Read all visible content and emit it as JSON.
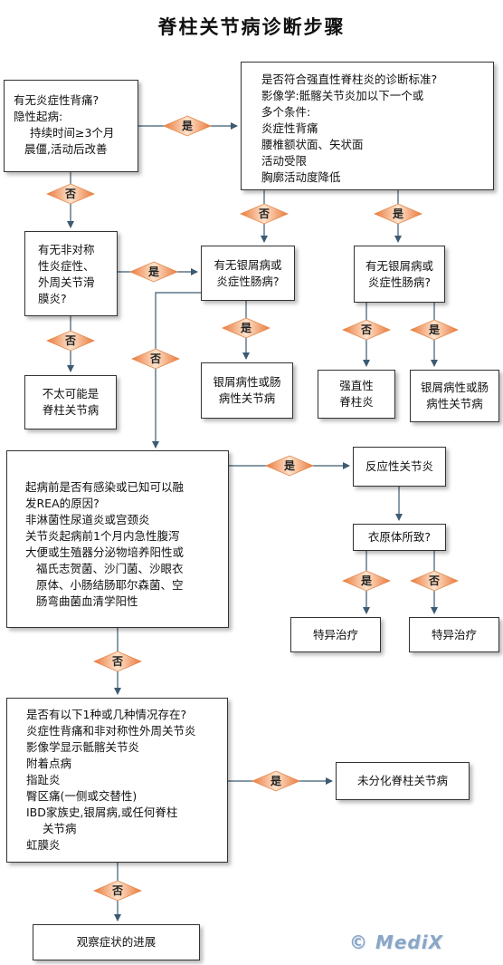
{
  "title": "脊柱关节病诊断步骤",
  "boxes": {
    "start": {
      "lines": [
        "有无炎症性背痛?",
        "隐性起病:",
        "持续时间≥3个月",
        "晨僵,活动后改善"
      ]
    },
    "as_criteria": {
      "lines": [
        "是否符合强直性脊柱炎的诊断标准?",
        "影像学:骶髂关节炎加以下一个或",
        "多个条件:",
        "炎症性背痛",
        "腰椎额状面、矢状面",
        "活动受限",
        "胸廓活动度降低"
      ]
    },
    "asym_arthritis": {
      "lines": [
        "有无非对称",
        "性炎症性、",
        "外周关节滑",
        "膜炎?"
      ]
    },
    "psoriasis_mid": {
      "lines": [
        "有无银屑病或",
        "炎症性肠病?"
      ]
    },
    "psoriasis_right": {
      "lines": [
        "有无银屑病或",
        "炎症性肠病?"
      ]
    },
    "unlikely": {
      "lines": [
        "不太可能是",
        "脊柱关节病"
      ]
    },
    "psa_mid": {
      "lines": [
        "银屑病性或肠",
        "病性关节病"
      ]
    },
    "ankylosing": {
      "lines": [
        "强直性",
        "脊柱炎"
      ]
    },
    "psa_right": {
      "lines": [
        "银屑病性或肠",
        "病性关节病"
      ]
    },
    "rea": {
      "lines": [
        "起病前是否有感染或已知可以融",
        "发REA的原因?",
        "非淋菌性尿道炎或宫颈炎",
        "关节炎起病前1个月内急性腹泻",
        "大便或生殖器分泌物培养阳性或",
        "福氏志贺菌、沙门菌、沙眼衣",
        "原体、小肠结肠耶尔森菌、空",
        "肠弯曲菌血清学阳性"
      ]
    },
    "reactive": {
      "lines": [
        "反应性关节炎"
      ]
    },
    "pathogen": {
      "lines": [
        "衣原体所致?"
      ]
    },
    "specific_left": {
      "lines": [
        "特异治疗"
      ]
    },
    "specific_right": {
      "lines": [
        "特异治疗"
      ]
    },
    "features": {
      "lines": [
        "是否有以下1种或几种情况存在?",
        "炎症性背痛和非对称性外周关节炎",
        "影像学显示骶髂关节炎",
        "附着点病",
        "指趾炎",
        "臀区痛(一侧或交替性)",
        "IBD家族史,银屑病,或任何脊柱",
        "关节病",
        "虹膜炎"
      ]
    },
    "undiff": {
      "lines": [
        "未分化脊柱关节病"
      ]
    },
    "observe": {
      "lines": [
        "观察症状的进展"
      ]
    }
  },
  "labels": {
    "yes": "是",
    "no": "否"
  },
  "colors": {
    "diamond_light": "#fde3cc",
    "diamond_dark": "#ec7a3c",
    "line": "#3c5a72",
    "logo": "#8aa6c6"
  },
  "logo": "© MediX"
}
